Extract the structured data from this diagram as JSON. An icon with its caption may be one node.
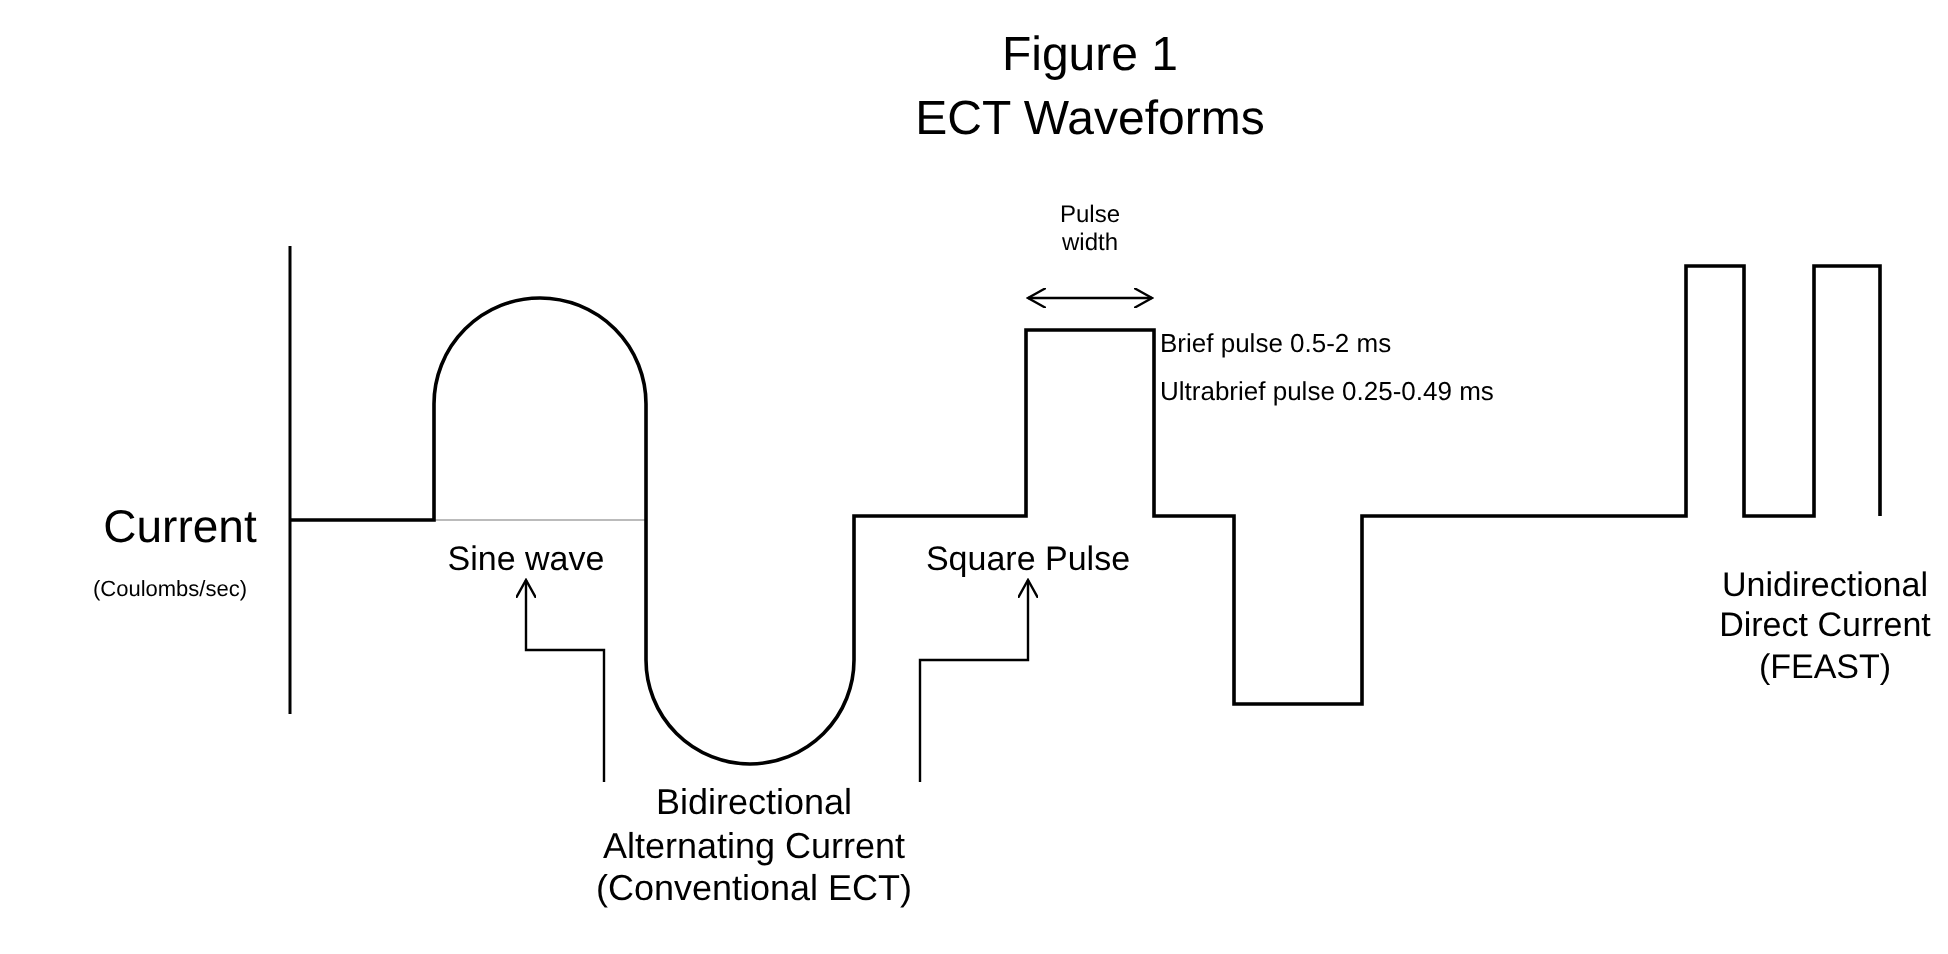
{
  "diagram": {
    "title": "Figure 1",
    "nodes": [
      {
        "text": [
          "Sine wave"
        ]
      },
      {
        "text": [
          "Square Pulse"
        ]
      },
      {
        "text": [
          "Bidirectional Alternating Current (Conventional ECT)"
        ]
      }
    ],
    "edges": [
      {
        "from": 2,
        "to": 0,
        "arrow": "to"
      },
      {
        "from": 2,
        "to": 1,
        "arrow": "to"
      }
    ],
    "labels": [
      "ECT Waveforms",
      "Pulse width",
      "Brief pulse 0.5-2 ms",
      "Ultrabrief pulse 0.25-0.49 ms",
      "Current",
      "(Coulombs/sec)",
      "Unidirectional Direct Current (FEAST)"
    ]
  }
}
